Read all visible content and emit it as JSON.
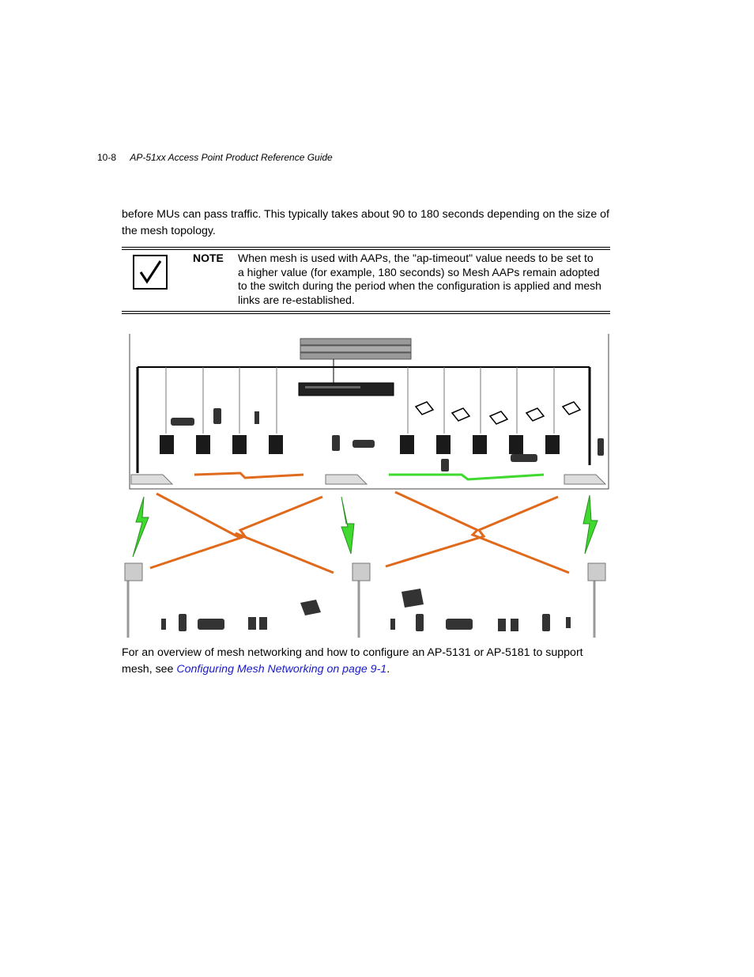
{
  "header": {
    "page_number": "10-8",
    "doc_title": "AP-51xx Access Point Product Reference Guide"
  },
  "intro_paragraph": "before MUs can pass traffic. This typically takes about 90 to 180 seconds depending on the size of the mesh topology.",
  "note": {
    "label": "NOTE",
    "icon": "checkmark-icon",
    "text": "When mesh is used with AAPs, the \"ap-timeout\" value needs to be set to a higher value (for example, 180 seconds) so Mesh AAPs remain adopted to the switch during the period when the configuration is applied and mesh links are re-established."
  },
  "diagram": {
    "colors": {
      "mesh_link": "#e06a1c",
      "wireless_link": "#3fd92f",
      "backbone": "#000000"
    }
  },
  "outro": {
    "text_before_link": "For an overview of mesh networking and how to configure an AP-5131 or AP-5181 to support mesh, see ",
    "link_text": "Configuring Mesh Networking on page 9-1",
    "text_after_link": "."
  }
}
